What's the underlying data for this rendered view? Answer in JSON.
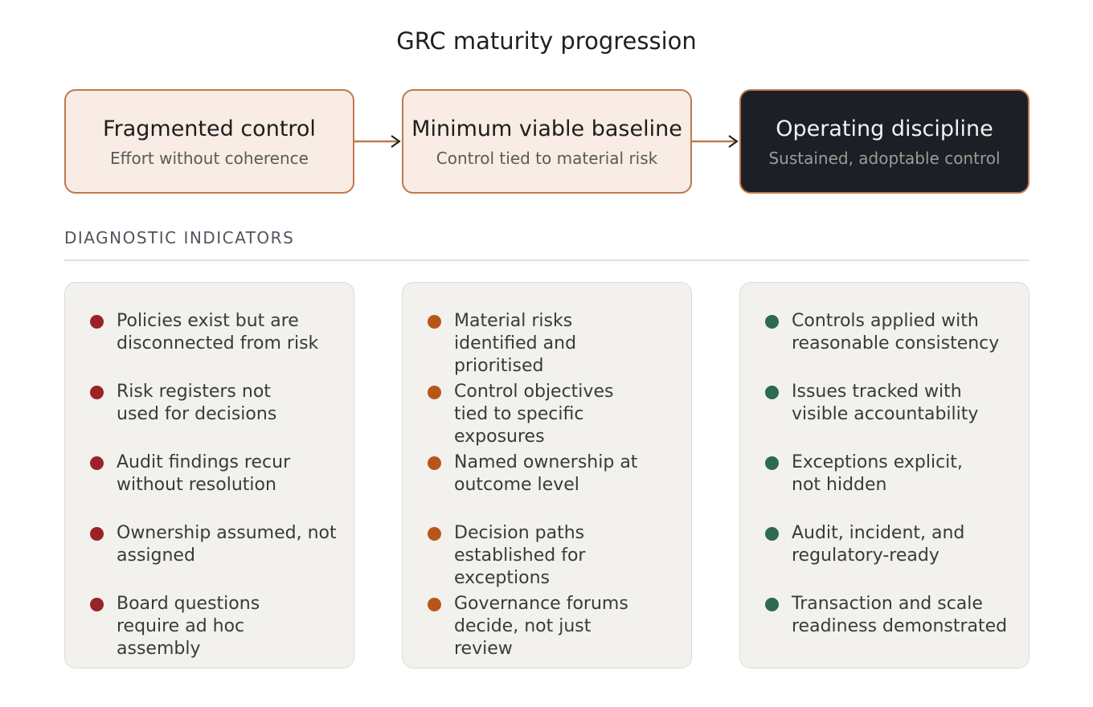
{
  "title": "GRC maturity progression",
  "stages": [
    {
      "name": "Fragmented control",
      "subtitle": "Effort without coherence"
    },
    {
      "name": "Minimum viable baseline",
      "subtitle": "Control tied to material risk"
    },
    {
      "name": "Operating discipline",
      "subtitle": "Sustained, adoptable control"
    }
  ],
  "section_label": "DIAGNOSTIC INDICATORS",
  "colors": {
    "stage_border": "#bd7a4f",
    "arrow": "#bd7a4f",
    "dot_fragmented": "#9b2226",
    "dot_baseline": "#b8561a",
    "dot_discipline": "#2d6a4f"
  },
  "indicators": [
    {
      "stage": "Fragmented control",
      "items": [
        "Policies exist but are\ndisconnected from risk",
        "Risk registers not\nused for decisions",
        "Audit findings recur\nwithout resolution",
        "Ownership assumed, not\nassigned",
        "Board questions\nrequire ad hoc\nassembly"
      ]
    },
    {
      "stage": "Minimum viable baseline",
      "items": [
        "Material risks\nidentified and\nprioritised",
        "Control objectives\ntied to specific\nexposures",
        "Named ownership at\noutcome level",
        "Decision paths\nestablished for\nexceptions",
        "Governance forums\ndecide, not just\nreview"
      ]
    },
    {
      "stage": "Operating discipline",
      "items": [
        "Controls applied with\nreasonable consistency",
        "Issues tracked with\nvisible accountability",
        "Exceptions explicit,\nnot hidden",
        "Audit, incident, and\nregulatory-ready",
        "Transaction and scale\nreadiness demonstrated"
      ]
    }
  ]
}
